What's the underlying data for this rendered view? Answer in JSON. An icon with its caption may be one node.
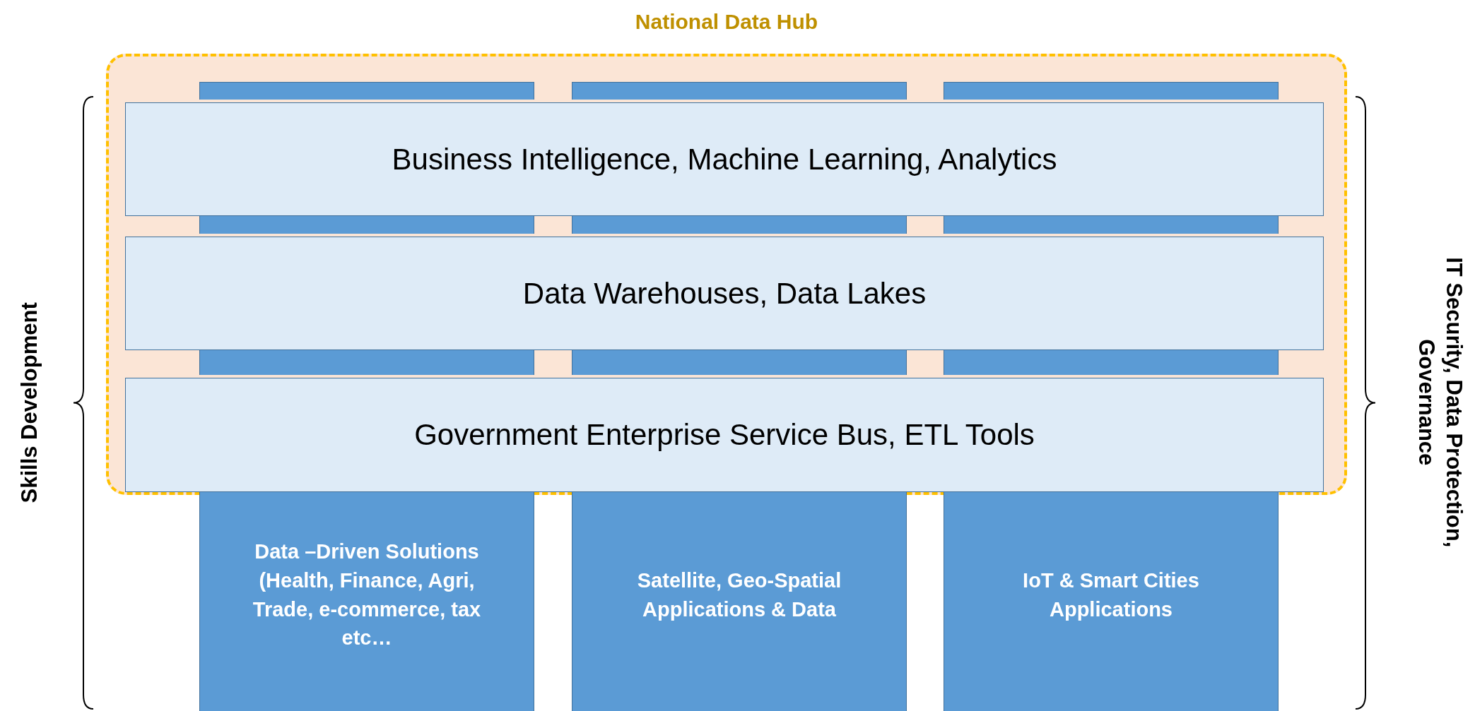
{
  "diagram": {
    "nodes": [
      {
        "text": [
          "National Data Hub"
        ]
      },
      {
        "text": [
          "Business Intelligence, Machine Learning, Analytics"
        ],
        "in": 0
      },
      {
        "text": [
          "Data Warehouses, Data Lakes"
        ],
        "in": 0
      },
      {
        "text": [
          "Government Enterprise Service Bus, ETL Tools"
        ],
        "in": 0
      },
      {
        "text": [
          "Data –Driven Solutions (Health, Finance, Agri, Trade, e-commerce, tax etc…"
        ]
      },
      {
        "text": [
          "Satellite, Geo-Spatial Applications & Data"
        ]
      },
      {
        "text": [
          "IoT & Smart Cities Applications"
        ]
      },
      {
        "text": [],
        "shape": "bar",
        "in": 0
      },
      {
        "text": [],
        "shape": "bar",
        "in": 0
      },
      {
        "text": [],
        "shape": "bar",
        "in": 0
      },
      {
        "text": [],
        "shape": "bar",
        "in": 0
      },
      {
        "text": [],
        "shape": "bar",
        "in": 0
      },
      {
        "text": [],
        "shape": "bar",
        "in": 0
      },
      {
        "text": [],
        "shape": "bar",
        "in": 0
      },
      {
        "text": [],
        "shape": "bar",
        "in": 0
      },
      {
        "text": [],
        "shape": "bar",
        "in": 0
      }
    ],
    "labels": [
      "Skills Development",
      "IT Security, Data Protection, Governance"
    ]
  }
}
